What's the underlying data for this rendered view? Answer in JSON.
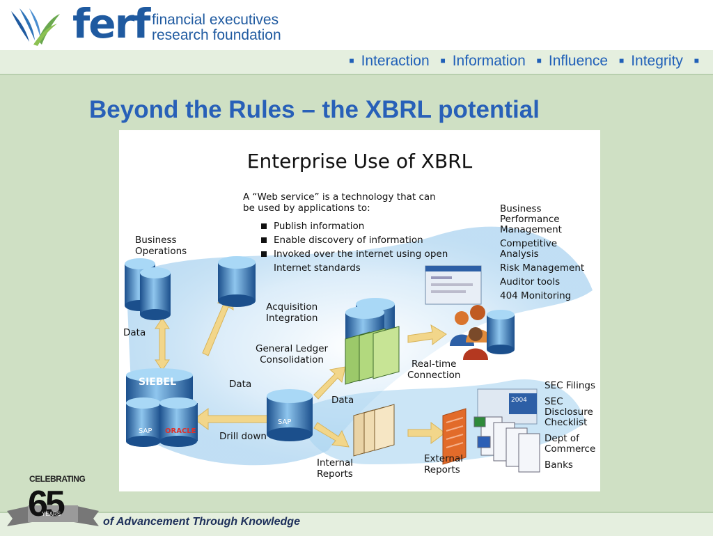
{
  "brand": {
    "name": "ferf",
    "sub_line1": "financial executives",
    "sub_line2": "research foundation"
  },
  "nav": {
    "items": [
      "Interaction",
      "Information",
      "Influence",
      "Integrity"
    ]
  },
  "slide_title": "Beyond the Rules – the XBRL potential",
  "diagram": {
    "title": "Enterprise Use of XBRL",
    "intro_line1": "A “Web service” is a technology that can",
    "intro_line2": "be used by applications to:",
    "bullets": [
      "Publish information",
      "Enable discovery of information",
      "Invoked over the internet using open",
      "Internet standards"
    ],
    "labels": {
      "business_ops_1": "Business",
      "business_ops_2": "Operations",
      "data_left": "Data",
      "acq_1": "Acquisition",
      "acq_2": "Integration",
      "gl_1": "General Ledger",
      "gl_2": "Consolidation",
      "data_mid": "Data",
      "drill": "Drill down",
      "data_low": "Data",
      "rt_1": "Real-time",
      "rt_2": "Connection",
      "int_1": "Internal",
      "int_2": "Reports",
      "ext_1": "External",
      "ext_2": "Reports",
      "siebel": "SIEBEL",
      "sap": "SAP",
      "oracle": "ORACLE",
      "annual_year": "2004"
    },
    "right_top": [
      "Business",
      "Performance",
      "Management",
      "Competitive",
      "Analysis",
      "Risk Management",
      "Auditor tools",
      "404 Monitoring"
    ],
    "right_bottom": [
      "SEC Filings",
      "SEC",
      "Disclosure",
      "Checklist",
      "Dept of",
      "Commerce",
      "Banks"
    ]
  },
  "footer": {
    "celebrating": "CELEBRATING",
    "years_num": "65",
    "years_word": "YEARS",
    "tagline": "of Advancement Through Knowledge"
  },
  "colors": {
    "brand_blue": "#1f5aa0",
    "title_blue": "#2860b8",
    "slide_bg": "#cfe0c4"
  }
}
